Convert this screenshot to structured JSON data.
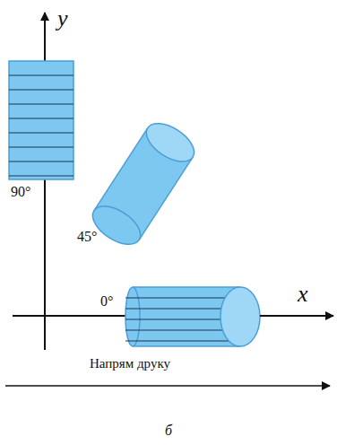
{
  "diagram": {
    "labels": [
      "y",
      "x",
      "90°",
      "45°",
      "0°",
      "Напрям друку",
      "б"
    ]
  }
}
